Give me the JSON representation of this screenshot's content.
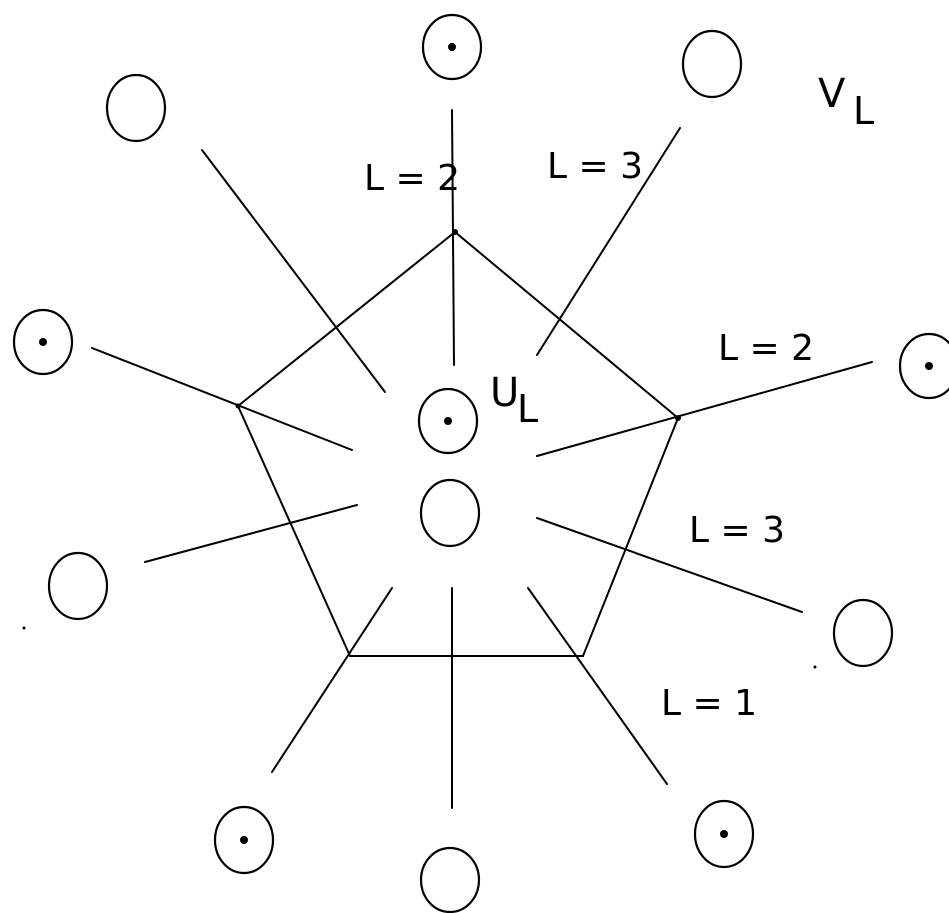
{
  "labels": {
    "center_main": "U",
    "center_sub": "L",
    "corner_main": "V",
    "corner_sub": "L",
    "edge_top_left": "L = 2",
    "edge_top_right": "L = 3",
    "edge_right_upper": "L = 2",
    "edge_right_middle": "L = 3",
    "edge_right_lower": "L = 1"
  }
}
